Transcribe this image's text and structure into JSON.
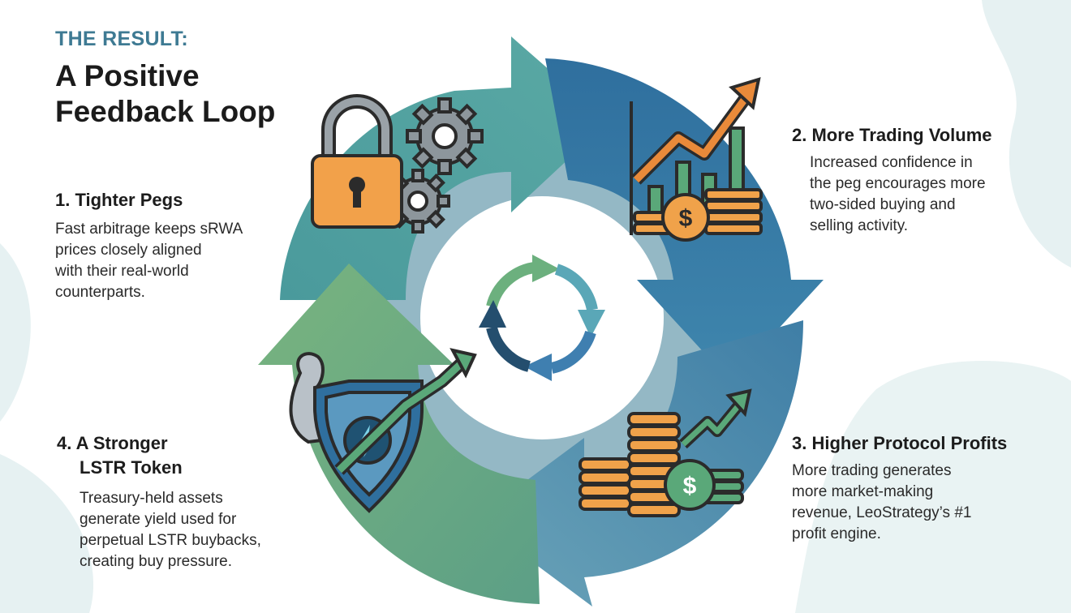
{
  "header": {
    "kicker": "THE RESULT:",
    "title_line1": "A Positive",
    "title_line2": "Feedback Loop"
  },
  "colors": {
    "kicker": "#3e7a93",
    "arrow_teal": "#4d9aa0",
    "arrow_blue": "#3a78a3",
    "arrow_green": "#6ea77a",
    "arrow_slate": "#4a7fa3",
    "background_blob": "#e8f2f3"
  },
  "steps": [
    {
      "title": "1. Tighter Pegs",
      "body": [
        "Fast arbitrage keeps sRWA",
        "prices closely aligned",
        "with their real-world",
        "counterparts."
      ],
      "icon": "lock-gears-icon"
    },
    {
      "title": "2. More Trading Volume",
      "body": [
        "Increased confidence in",
        "the peg encourages more",
        "two-sided buying and",
        "selling activity."
      ],
      "icon": "chart-coins-icon"
    },
    {
      "title": "3. Higher Protocol Profits",
      "body": [
        "More trading generates",
        "more market-making",
        "revenue, LeoStrategy’s #1",
        "profit engine."
      ],
      "icon": "coin-stacks-icon"
    },
    {
      "title_line1": "4. A Stronger",
      "title_line2": "LSTR Token",
      "body": [
        "Treasury-held assets",
        "generate yield used for",
        "perpetual LSTR buybacks,",
        "creating buy pressure."
      ],
      "icon": "shield-arm-icon"
    }
  ],
  "center_icon": "refresh-cycle-icon"
}
